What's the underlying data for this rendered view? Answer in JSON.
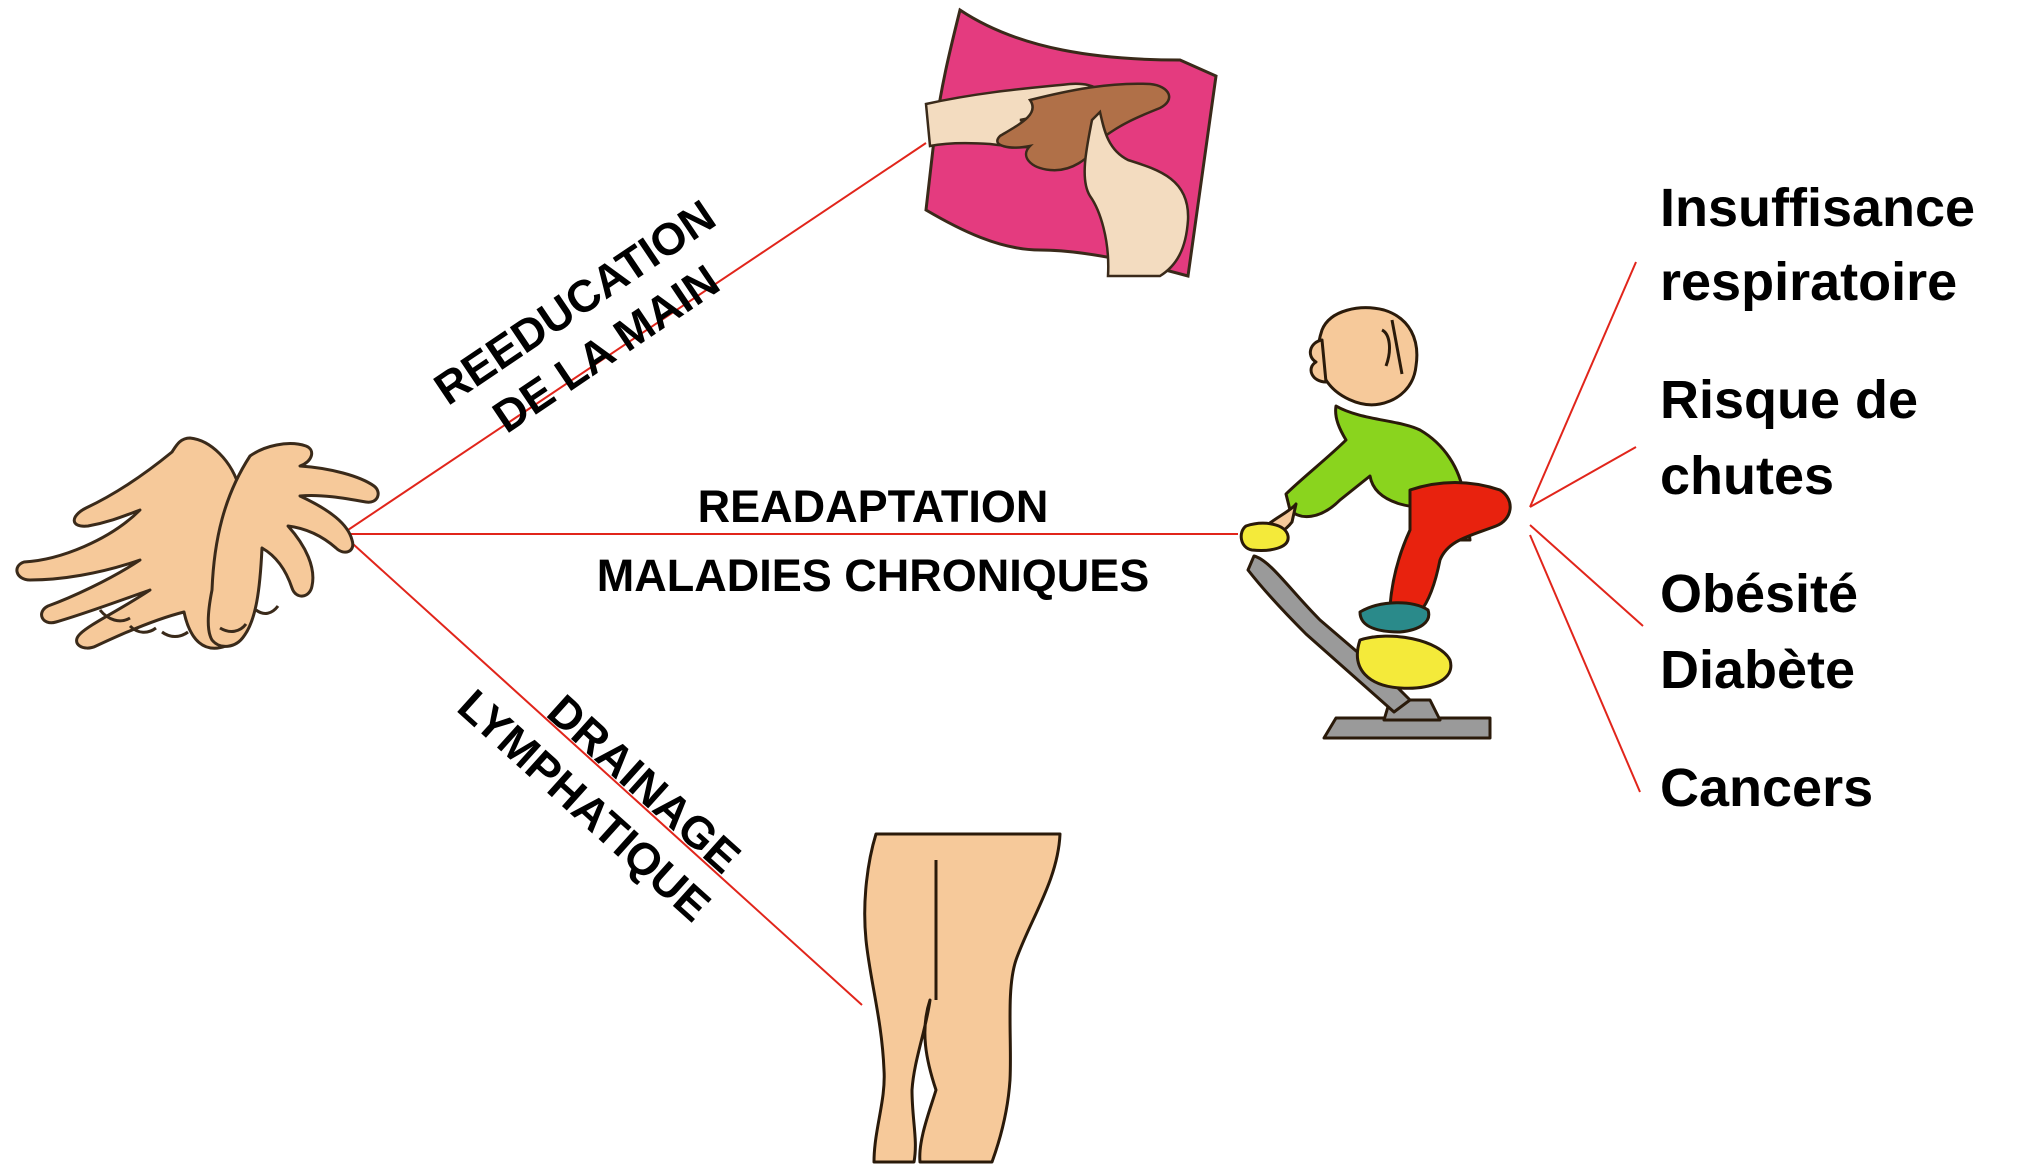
{
  "colors": {
    "connector": "#e1251b",
    "text": "#000000",
    "skin": "#f6c99a",
    "skin_outline": "#3a2a1a",
    "flag": "#e43b7f",
    "shirt": "#8ad41e",
    "trousers": "#e8220e",
    "bike": "#9a9a9a",
    "shoe": "#2a8a8a",
    "saddle_yellow": "#f4ea3a"
  },
  "branches": {
    "hand": {
      "line1": "REEDUCATION",
      "line2": "DE LA MAIN",
      "icon": "hand-massage-icon"
    },
    "chronic": {
      "line1": "READAPTATION",
      "line2": "MALADIES CHRONIQUES",
      "icon": "exercise-bike-icon"
    },
    "lymph": {
      "line1": "DRAINAGE",
      "line2": "LYMPHATIQUE",
      "icon": "legs-icon"
    }
  },
  "source_icon": "open-hands-icon",
  "conditions": [
    {
      "line1": "Insuffisance",
      "line2": "respiratoire"
    },
    {
      "line1": "Risque de",
      "line2": "chutes"
    },
    {
      "line1": "Obésité",
      "line2": "Diabète"
    },
    {
      "line1": "Cancers",
      "line2": ""
    }
  ]
}
